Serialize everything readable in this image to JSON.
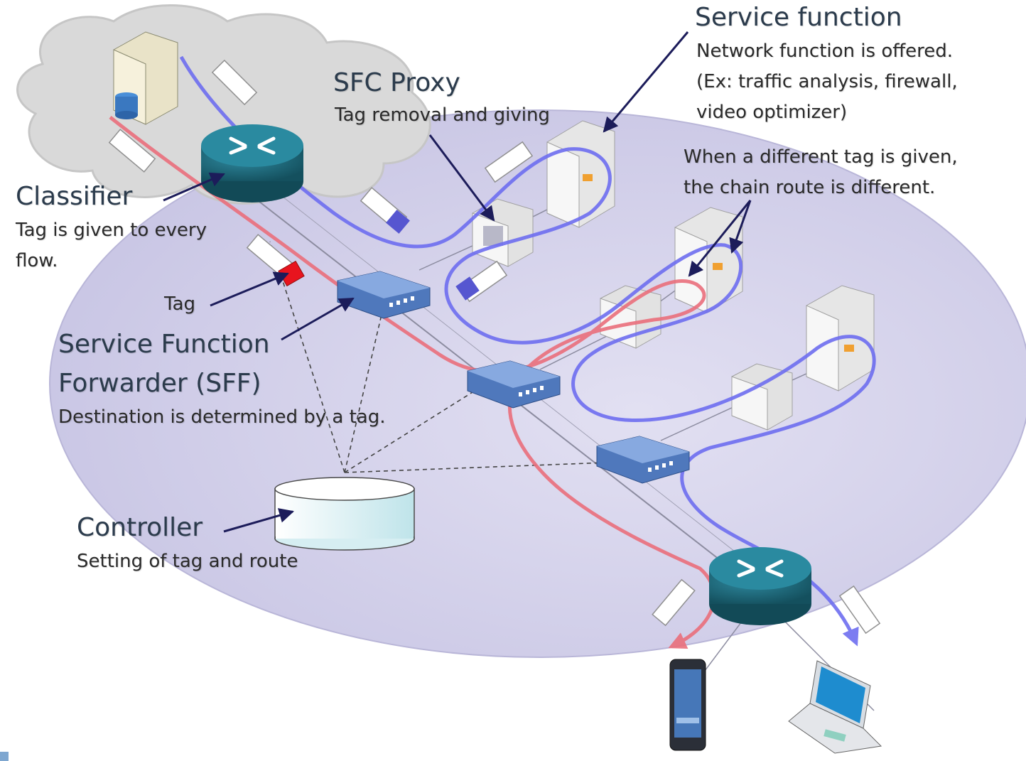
{
  "labels": {
    "service_function": {
      "title": "Service function",
      "lines": [
        "Network function is offered.",
        "(Ex: traffic analysis, firewall,",
        "video optimizer)"
      ]
    },
    "sfc_proxy": {
      "title": "SFC Proxy",
      "desc": "Tag removal and giving"
    },
    "different_tag": {
      "lines": [
        "When a different tag is given,",
        "the chain route is  different."
      ]
    },
    "classifier": {
      "title": "Classifier",
      "lines": [
        "Tag is given to every",
        "flow."
      ]
    },
    "tag": "Tag",
    "sff": {
      "title_lines": [
        "Service Function",
        "Forwarder (SFF)"
      ],
      "desc": "Destination is determined by a tag."
    },
    "controller": {
      "title": "Controller",
      "desc": "Setting of tag and route"
    }
  },
  "colors": {
    "blue_route": "#6e6ef0",
    "red_route": "#ea6f7c",
    "ellipse": "#d4d2ec",
    "cloud": "#d8d8d8",
    "router": "#1e5e6e",
    "switch": "#5e86c8",
    "tag": "#e8141e",
    "arrow": "#1c1c5a"
  }
}
